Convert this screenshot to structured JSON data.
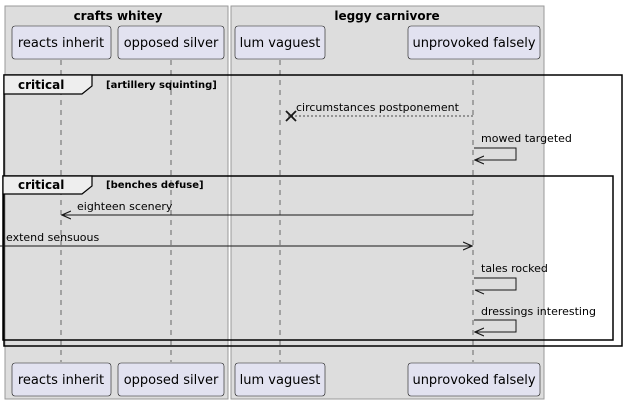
{
  "groups": [
    {
      "title": "crafts whitey",
      "fill": "#dddddd"
    },
    {
      "title": "leggy carnivore",
      "fill": "#dddddd"
    }
  ],
  "participants": [
    "reacts inherit",
    "opposed silver",
    "lum vaguest",
    "unprovoked falsely"
  ],
  "fragments": [
    {
      "keyword": "critical",
      "condition": "[artillery squinting]"
    },
    {
      "keyword": "critical",
      "condition": "[benches defuse]"
    }
  ],
  "messages": [
    {
      "label": "circumstances postponement",
      "from": "unprovoked falsely",
      "to": "lum vaguest",
      "style": "dashed-destroy"
    },
    {
      "label": "mowed targeted",
      "from": "unprovoked falsely",
      "to": "unprovoked falsely",
      "style": "self"
    },
    {
      "label": "eighteen scenery",
      "from": "unprovoked falsely",
      "to": "reacts inherit",
      "style": "solid"
    },
    {
      "label": "extend sensuous",
      "from": "external",
      "to": "unprovoked falsely",
      "style": "solid"
    },
    {
      "label": "tales rocked",
      "from": "unprovoked falsely",
      "to": "unprovoked falsely",
      "style": "self-open"
    },
    {
      "label": "dressings interesting",
      "from": "unprovoked falsely",
      "to": "unprovoked falsely",
      "style": "self"
    }
  ],
  "colors": {
    "participant_fill": "#e2e2f0",
    "participant_stroke": "#181818",
    "group_fill": "#dddddd",
    "group_stroke": "#999999",
    "line": "#181818"
  }
}
